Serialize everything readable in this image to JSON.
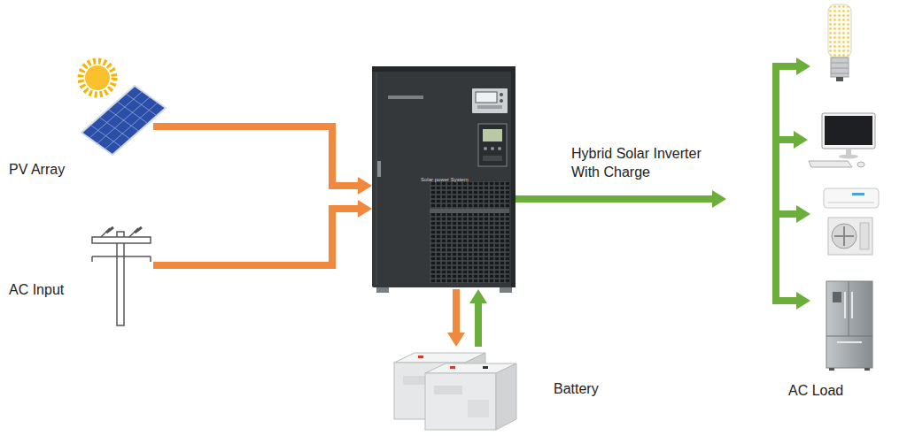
{
  "diagram": {
    "nodes": [
      {
        "text": [
          "PV Array"
        ]
      },
      {
        "text": [
          "AC Input"
        ]
      },
      {
        "text": [
          "Solar power System"
        ]
      },
      {
        "text": [
          "Battery"
        ]
      },
      {
        "text": [
          "AC Load"
        ]
      }
    ],
    "edges": [
      {
        "from": 0,
        "to": 2,
        "arrow": "to"
      },
      {
        "from": 1,
        "to": 2,
        "arrow": "to"
      },
      {
        "from": 2,
        "to": 3,
        "arrow": "to"
      },
      {
        "from": 3,
        "to": 2,
        "arrow": "to"
      },
      {
        "from": 2,
        "to": 4,
        "label": "Hybrid Solar Inverter With Charge",
        "arrow": "to"
      }
    ]
  }
}
